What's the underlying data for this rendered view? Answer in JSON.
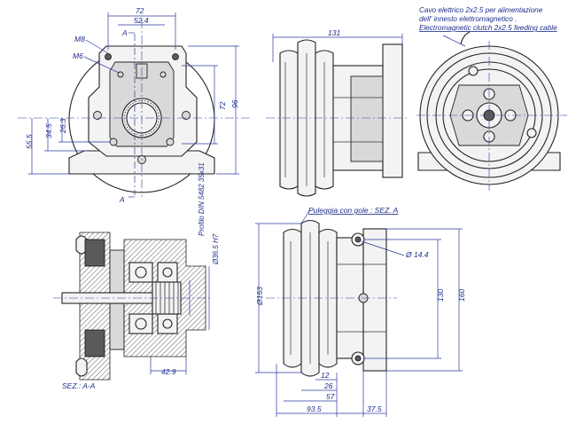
{
  "colors": {
    "dimension": "#1f2e8c",
    "ink": "#222222",
    "background": "#ffffff"
  },
  "notes": {
    "cable_note": [
      "Cavo elettrico 2x2.5 per alimentazione",
      "dell' innesto elettromagnetico .",
      "Electromagnetic clutch 2x2.5 feeding cable"
    ],
    "pulley_note": "Puleggia con gole : SEZ. A",
    "section_label": "SEZ.: A-A",
    "section_mark_top": "A",
    "section_mark_bottom": "A",
    "profile_label": "Profilo DIN 5482 35x31",
    "bore_label": "Ø36.5 H7"
  },
  "front_view": {
    "dims": {
      "width_72": "72",
      "width_52_4": "52.4",
      "height_72": "72",
      "height_96": "96",
      "h_55_5": "55.5",
      "h_34_5": "34.5",
      "h_26_3": "26.3",
      "thread_m8": "M8",
      "thread_m6": "M6"
    }
  },
  "side_view": {
    "dims": {
      "length_131": "131"
    }
  },
  "section_view": {
    "dims": {
      "depth_42_9": "42.9"
    }
  },
  "lower_side_view": {
    "dims": {
      "dia_153": "Ø153",
      "h_130": "130",
      "h_160": "160",
      "hole_14_4": "Ø 14.4",
      "d_12": "12",
      "d_26": "26",
      "d_57": "57",
      "d_93_5": "93.5",
      "d_37_5": "37.5"
    }
  }
}
